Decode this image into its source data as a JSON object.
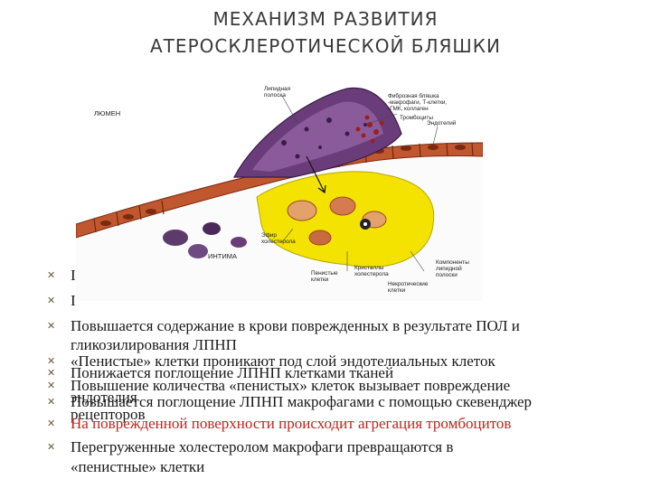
{
  "slide": {
    "title_line1": "МЕХАНИЗМ РАЗВИТИЯ",
    "title_line2": "АТЕРОСКЛЕРОТИЧЕСКОЙ БЛЯШКИ"
  },
  "figure": {
    "labels": {
      "lumen": "ЛЮМЕН",
      "lipid_strip_1": "Липидная",
      "lipid_strip_2": "полоска",
      "fibrous_1": "Фиброзная бляшка",
      "fibrous_2": "-макрофаги, Т-клетки,",
      "fibrous_3": "-ГМК, коллаген",
      "platelets": "Тромбоциты",
      "endothelium": "Эндотелий",
      "cholesterol_ester_1": "Эфир",
      "cholesterol_ester_2": "холестерола",
      "intima": "ИНТИМА",
      "foam_cells_1": "Пенистые",
      "foam_cells_2": "клетки",
      "cholesterol_crystals_1": "Кристаллы",
      "cholesterol_crystals_2": "холестерола",
      "necrotic_1": "Некротические",
      "necrotic_2": "клетки",
      "lipid_components_1": "Компоненты",
      "lipid_components_2": "липидной",
      "lipid_components_3": "полоски"
    },
    "colors": {
      "endothelium": "#c0572e",
      "lipid_core": "#f4e300",
      "plaque": "#6a3d7a",
      "platelets": "#9b1f1f"
    }
  },
  "bullets": [
    {
      "text": "I",
      "color": "normal"
    },
    {
      "text": "I",
      "color": "normal"
    },
    {
      "text": "Повышается содержание в крови поврежденных в результате ПОЛ и",
      "color": "normal"
    },
    {
      "text": "гликозилирования ЛПНП",
      "color": "normal"
    },
    {
      "text": "«Пенистые» клетки проникают под слой эндотелиальных клеток",
      "color": "normal"
    },
    {
      "text": "Понижается поглощение ЛПНП клетками тканей",
      "color": "normal"
    },
    {
      "text": "Повышение количества «пенистых» клеток вызывает повреждение",
      "color": "normal"
    },
    {
      "text": "эндотелия",
      "color": "normal"
    },
    {
      "text": "Повышается поглощение ЛПНП макрофагами с помощью скевенджер",
      "color": "normal"
    },
    {
      "text": "рецепторов",
      "color": "normal"
    },
    {
      "text": "На поврежденной поверхности происходит агрегация тромбоцитов",
      "color": "red"
    },
    {
      "text": "Перегруженные холестеролом макрофаги превращаются в",
      "color": "normal"
    },
    {
      "text": "«пенистные» клетки",
      "color": "normal"
    }
  ],
  "bullet_icon": "x-mark-icon"
}
